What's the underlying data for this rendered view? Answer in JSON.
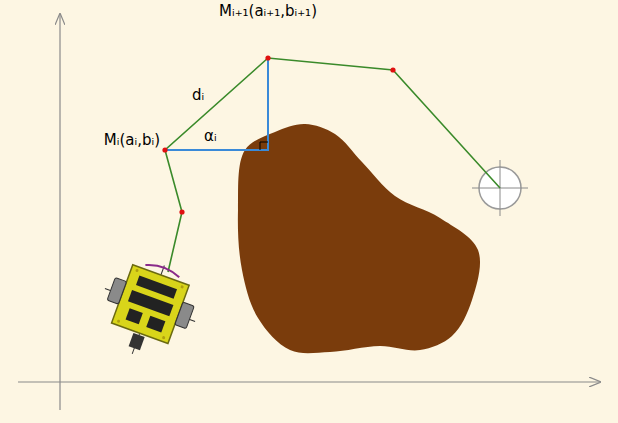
{
  "diagram": {
    "labels": [
      "Mᵢ₊₁(aᵢ₊₁,bᵢ₊₁)",
      "dᵢ",
      "Mᵢ(aᵢ,bᵢ)",
      "αᵢ"
    ]
  }
}
